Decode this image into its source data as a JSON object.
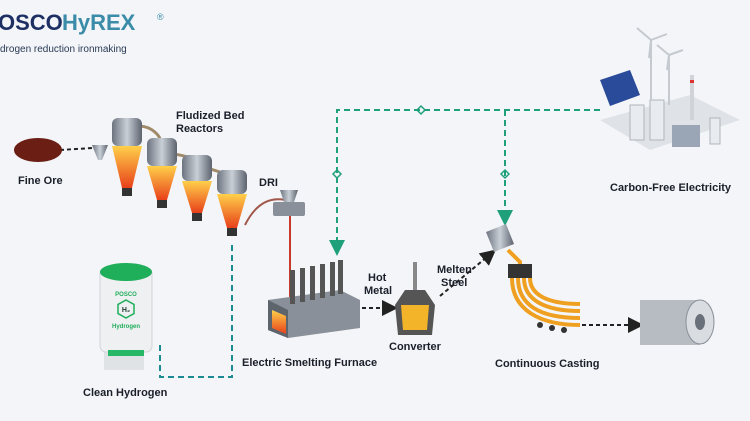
{
  "header": {
    "brand_left": "OSCO",
    "brand_right": "HyREX",
    "registered": "®",
    "subtitle": "drogen reduction ironmaking"
  },
  "labels": {
    "fine_ore": "Fine Ore",
    "reactors_line1": "Fludized Bed",
    "reactors_line2": "Reactors",
    "dri": "DRI",
    "clean_hydrogen": "Clean Hydrogen",
    "furnace": "Electric Smelting Furnace",
    "hot_metal_line1": "Hot",
    "hot_metal_line2": "Metal",
    "converter": "Converter",
    "melten_line1": "Melten",
    "melten_line2": "Steel",
    "casting": "Continuous Casting",
    "electricity": "Carbon-Free Electricity"
  },
  "tank": {
    "brand": "POSCO",
    "symbol": "H₂",
    "label": "Hydrogen"
  },
  "colors": {
    "electricity_line": "#1fa07a",
    "hydrogen_line": "#1c8a92",
    "brand_dark": "#1d2f63",
    "brand_teal": "#3a8ca8",
    "molten": "#f0a020"
  }
}
